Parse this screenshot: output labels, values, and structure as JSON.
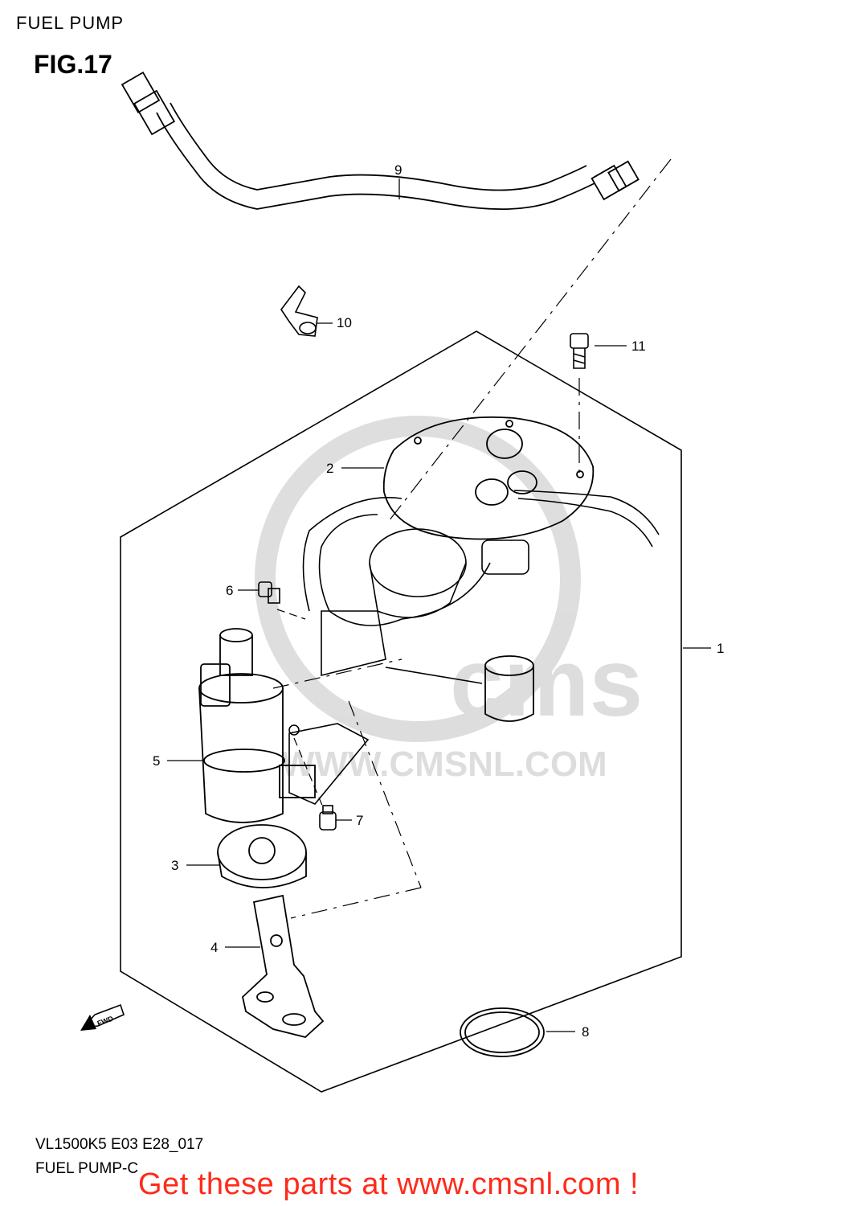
{
  "header": {
    "title": "FUEL PUMP",
    "figure": "FIG.17"
  },
  "callouts": [
    "1",
    "2",
    "3",
    "4",
    "5",
    "6",
    "7",
    "8",
    "9",
    "10",
    "11"
  ],
  "arrow": {
    "label": "FWD"
  },
  "watermark": {
    "text": "WWW.CMSNL.COM",
    "logo": "cms"
  },
  "footer": {
    "model_code": "VL1500K5 E03 E28_017",
    "assembly_name": "FUEL PUMP-C"
  },
  "promo": {
    "text": "Get these parts at www.cmsnl.com !",
    "color": "#ff2a1a"
  }
}
